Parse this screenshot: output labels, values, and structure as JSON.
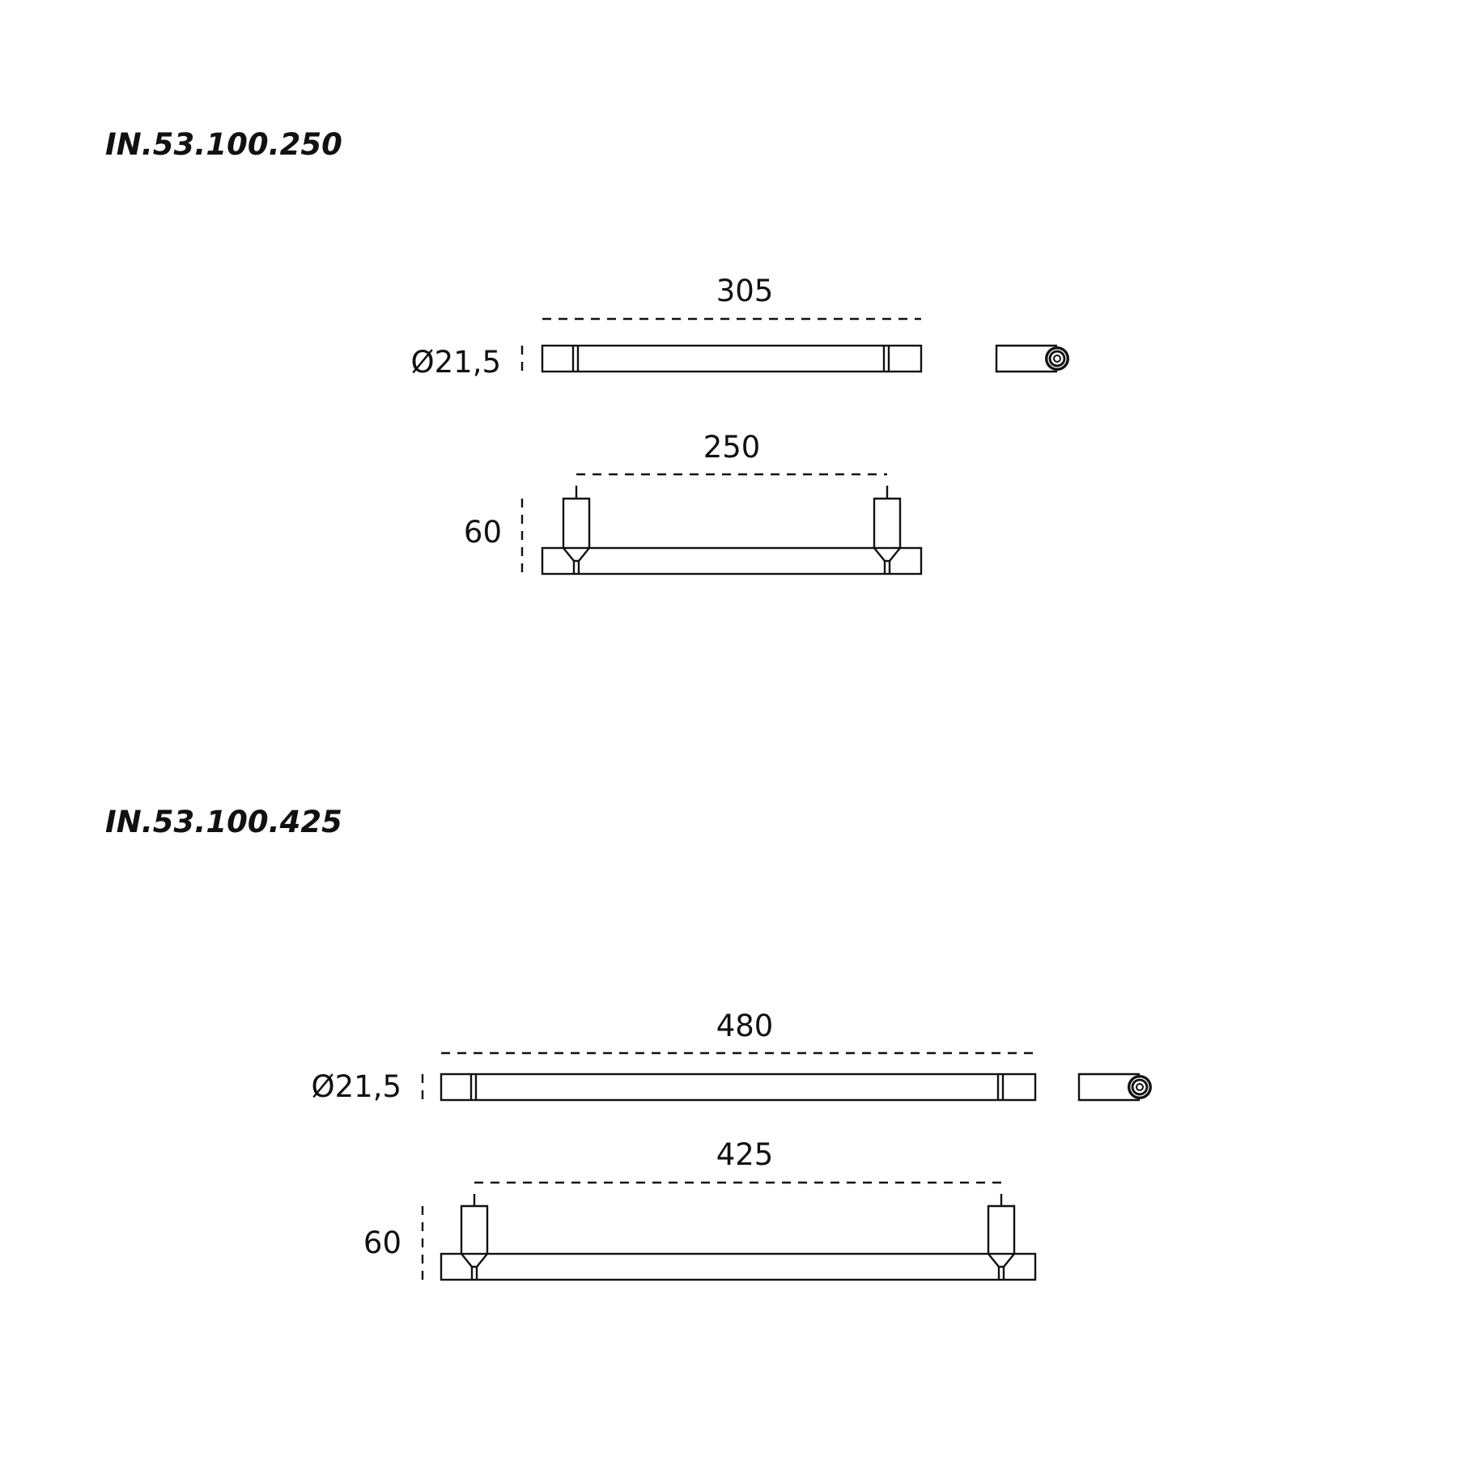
{
  "products": [
    {
      "code": "IN.53.100.250",
      "overall_length": "305",
      "diameter": "Ø21,5",
      "center_distance": "250",
      "height": "60"
    },
    {
      "code": "IN.53.100.425",
      "overall_length": "480",
      "diameter": "Ø21,5",
      "center_distance": "425",
      "height": "60"
    }
  ]
}
